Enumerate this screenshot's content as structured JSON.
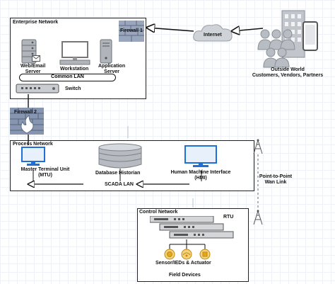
{
  "enterprise": {
    "title": "Enterprise Network",
    "firewall1": "Firewall 1",
    "web_server": "Web/Email\nServer",
    "workstation": "Workstation",
    "app_server": "Application\nServer",
    "common_lan": "Common LAN",
    "switch": "Switch"
  },
  "internet": "Internet",
  "outside": {
    "line1": "Outside World",
    "line2": "Customers, Vendors, Partners"
  },
  "firewall2": "Firewall 2",
  "process": {
    "title": "Process Network",
    "mtu": "Master Terminal Unit\n(MTU)",
    "historian": "Database Historian",
    "hmi": "Human Machine Interface\n(HMI)",
    "scada_lan": "SCADA LAN"
  },
  "wan_link": "Point-to-Point\nWan Link",
  "control": {
    "title": "Control Network",
    "rtu": "RTU",
    "sensors": "Sensor/IEDs & Actuator",
    "field_devices": "Field Devices"
  },
  "colors": {
    "icon_blue": "#1f6fd6",
    "gray": "#8a8f96",
    "firewall": "#7a8aa6",
    "sensor": "#e0a81c"
  }
}
